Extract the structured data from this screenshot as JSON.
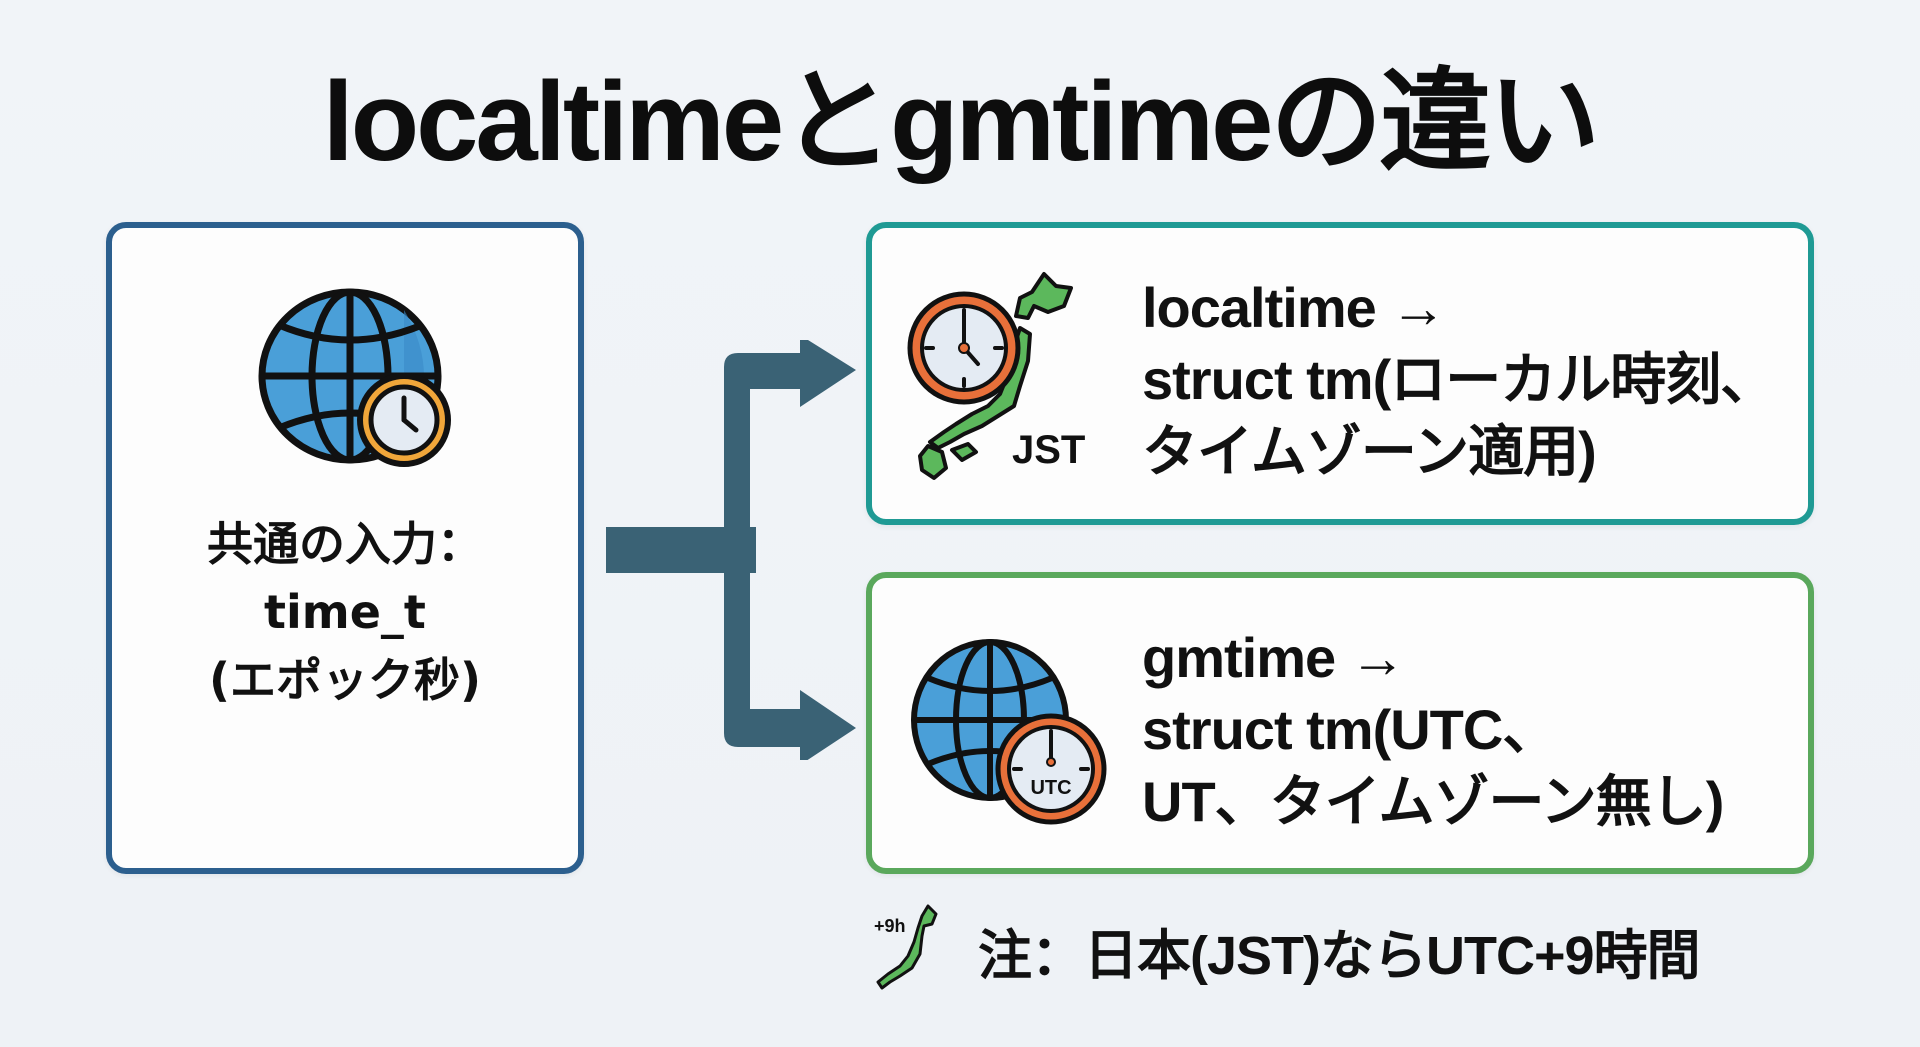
{
  "title": "localtimeとgmtimeの違い",
  "colors": {
    "background": "#eef2f6",
    "input_border": "#2c5f8e",
    "localtime_border": "#1f9a94",
    "gmtime_border": "#5aa85c",
    "connector": "#3a6275",
    "globe_blue": "#4a9fd8",
    "japan_green": "#5cb85c",
    "clock_gold": "#f0a63a",
    "clock_orange": "#e8703a"
  },
  "input_box": {
    "icon": "globe-with-clock-icon",
    "lines": [
      "共通の入力：",
      "time_t",
      "(エポック秒)"
    ]
  },
  "localtime_box": {
    "icons": [
      "clock-icon",
      "japan-map-icon"
    ],
    "icon_label": "JST",
    "lines": [
      "localtime →",
      "struct tm(ローカル時刻、",
      "タイムゾーン適用)"
    ]
  },
  "gmtime_box": {
    "icons": [
      "globe-icon",
      "utc-clock-icon"
    ],
    "clock_label": "UTC",
    "lines": [
      "gmtime →",
      "struct tm(UTC、",
      "UT、タイムゾーン無し)"
    ]
  },
  "connector": {
    "icon": "branching-arrow-icon"
  },
  "note": {
    "icon": "japan-map-icon",
    "icon_label": "+9h",
    "text": "注：日本(JST)ならUTC+9時間"
  }
}
